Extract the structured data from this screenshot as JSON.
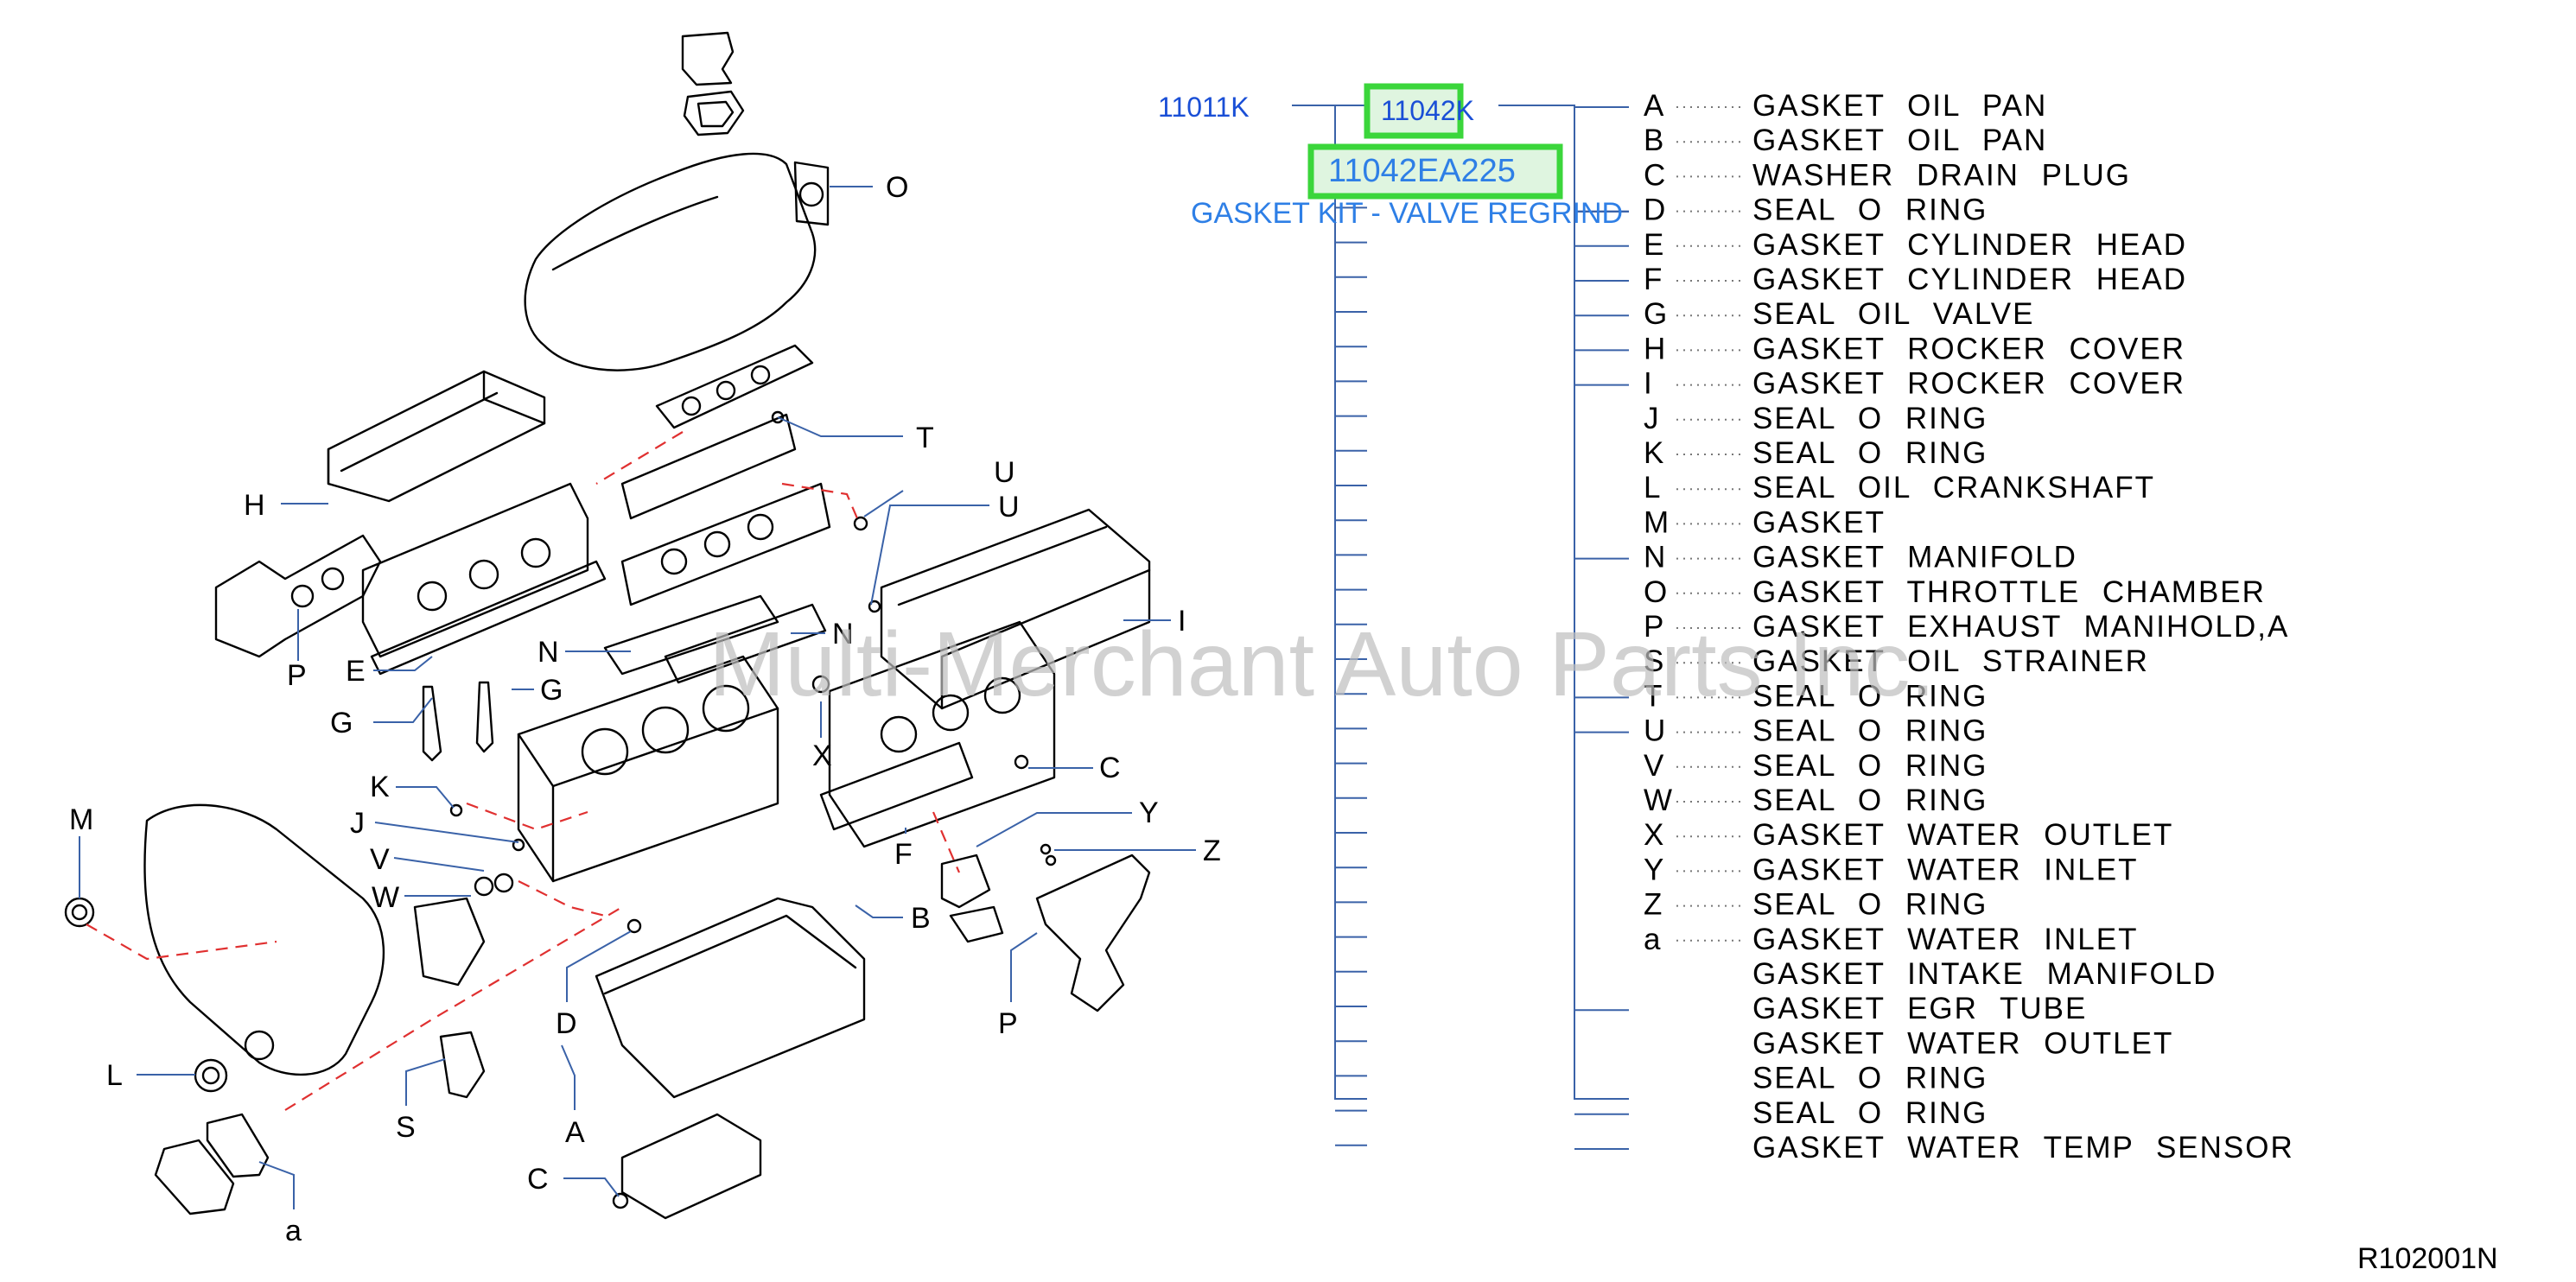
{
  "diagram": {
    "figure_code": "R102001N",
    "watermark": "Multi-Merchant Auto Parts Inc.",
    "colors": {
      "highlight": "#3bd63b",
      "highlight_fill": "#dff5e0",
      "link": "#1a4fd6",
      "link_light": "#2e7fe6",
      "leader": "#3a62a8",
      "alignment": "#e03030"
    },
    "part_groups": [
      {
        "code": "11011K",
        "style": "link"
      },
      {
        "code": "11042K",
        "style": "highlighted"
      },
      {
        "code": "11042EA225",
        "style": "highlighted",
        "description": "GASKET KIT - VALVE REGRIND"
      }
    ],
    "parts": [
      {
        "letter": "A",
        "name": "GASKET OIL PAN"
      },
      {
        "letter": "B",
        "name": "GASKET OIL PAN"
      },
      {
        "letter": "C",
        "name": "WASHER DRAIN PLUG"
      },
      {
        "letter": "D",
        "name": "SEAL O RING"
      },
      {
        "letter": "E",
        "name": "GASKET CYLINDER HEAD"
      },
      {
        "letter": "F",
        "name": "GASKET CYLINDER HEAD"
      },
      {
        "letter": "G",
        "name": "SEAL OIL VALVE"
      },
      {
        "letter": "H",
        "name": "GASKET ROCKER COVER"
      },
      {
        "letter": "I",
        "name": "GASKET ROCKER COVER"
      },
      {
        "letter": "J",
        "name": "SEAL O RING"
      },
      {
        "letter": "K",
        "name": "SEAL O RING"
      },
      {
        "letter": "L",
        "name": "SEAL OIL CRANKSHAFT"
      },
      {
        "letter": "M",
        "name": "GASKET"
      },
      {
        "letter": "N",
        "name": "GASKET MANIFOLD"
      },
      {
        "letter": "O",
        "name": "GASKET THROTTLE CHAMBER"
      },
      {
        "letter": "P",
        "name": "GASKET EXHAUST MANIHOLD,A"
      },
      {
        "letter": "S",
        "name": "GASKET OIL STRAINER"
      },
      {
        "letter": "T",
        "name": "SEAL O RING"
      },
      {
        "letter": "U",
        "name": "SEAL O RING"
      },
      {
        "letter": "V",
        "name": "SEAL O RING"
      },
      {
        "letter": "W",
        "name": "SEAL O RING"
      },
      {
        "letter": "X",
        "name": "GASKET WATER OUTLET"
      },
      {
        "letter": "Y",
        "name": "GASKET WATER INLET"
      },
      {
        "letter": "Z",
        "name": "SEAL O RING"
      },
      {
        "letter": "a",
        "name": "GASKET WATER INLET"
      },
      {
        "letter": "",
        "name": "GASKET INTAKE MANIFOLD"
      },
      {
        "letter": "",
        "name": "GASKET EGR TUBE"
      },
      {
        "letter": "",
        "name": "GASKET WATER OUTLET"
      },
      {
        "letter": "",
        "name": "SEAL O RING"
      },
      {
        "letter": "",
        "name": "SEAL O RING"
      },
      {
        "letter": "",
        "name": "GASKET WATER TEMP SENSOR"
      }
    ],
    "callouts": [
      "O",
      "T",
      "U",
      "U",
      "H",
      "P",
      "E",
      "N",
      "N",
      "I",
      "G",
      "G",
      "X",
      "C",
      "K",
      "J",
      "Y",
      "V",
      "W",
      "Z",
      "F",
      "M",
      "B",
      "D",
      "P",
      "L",
      "S",
      "A",
      "C",
      "a"
    ]
  }
}
